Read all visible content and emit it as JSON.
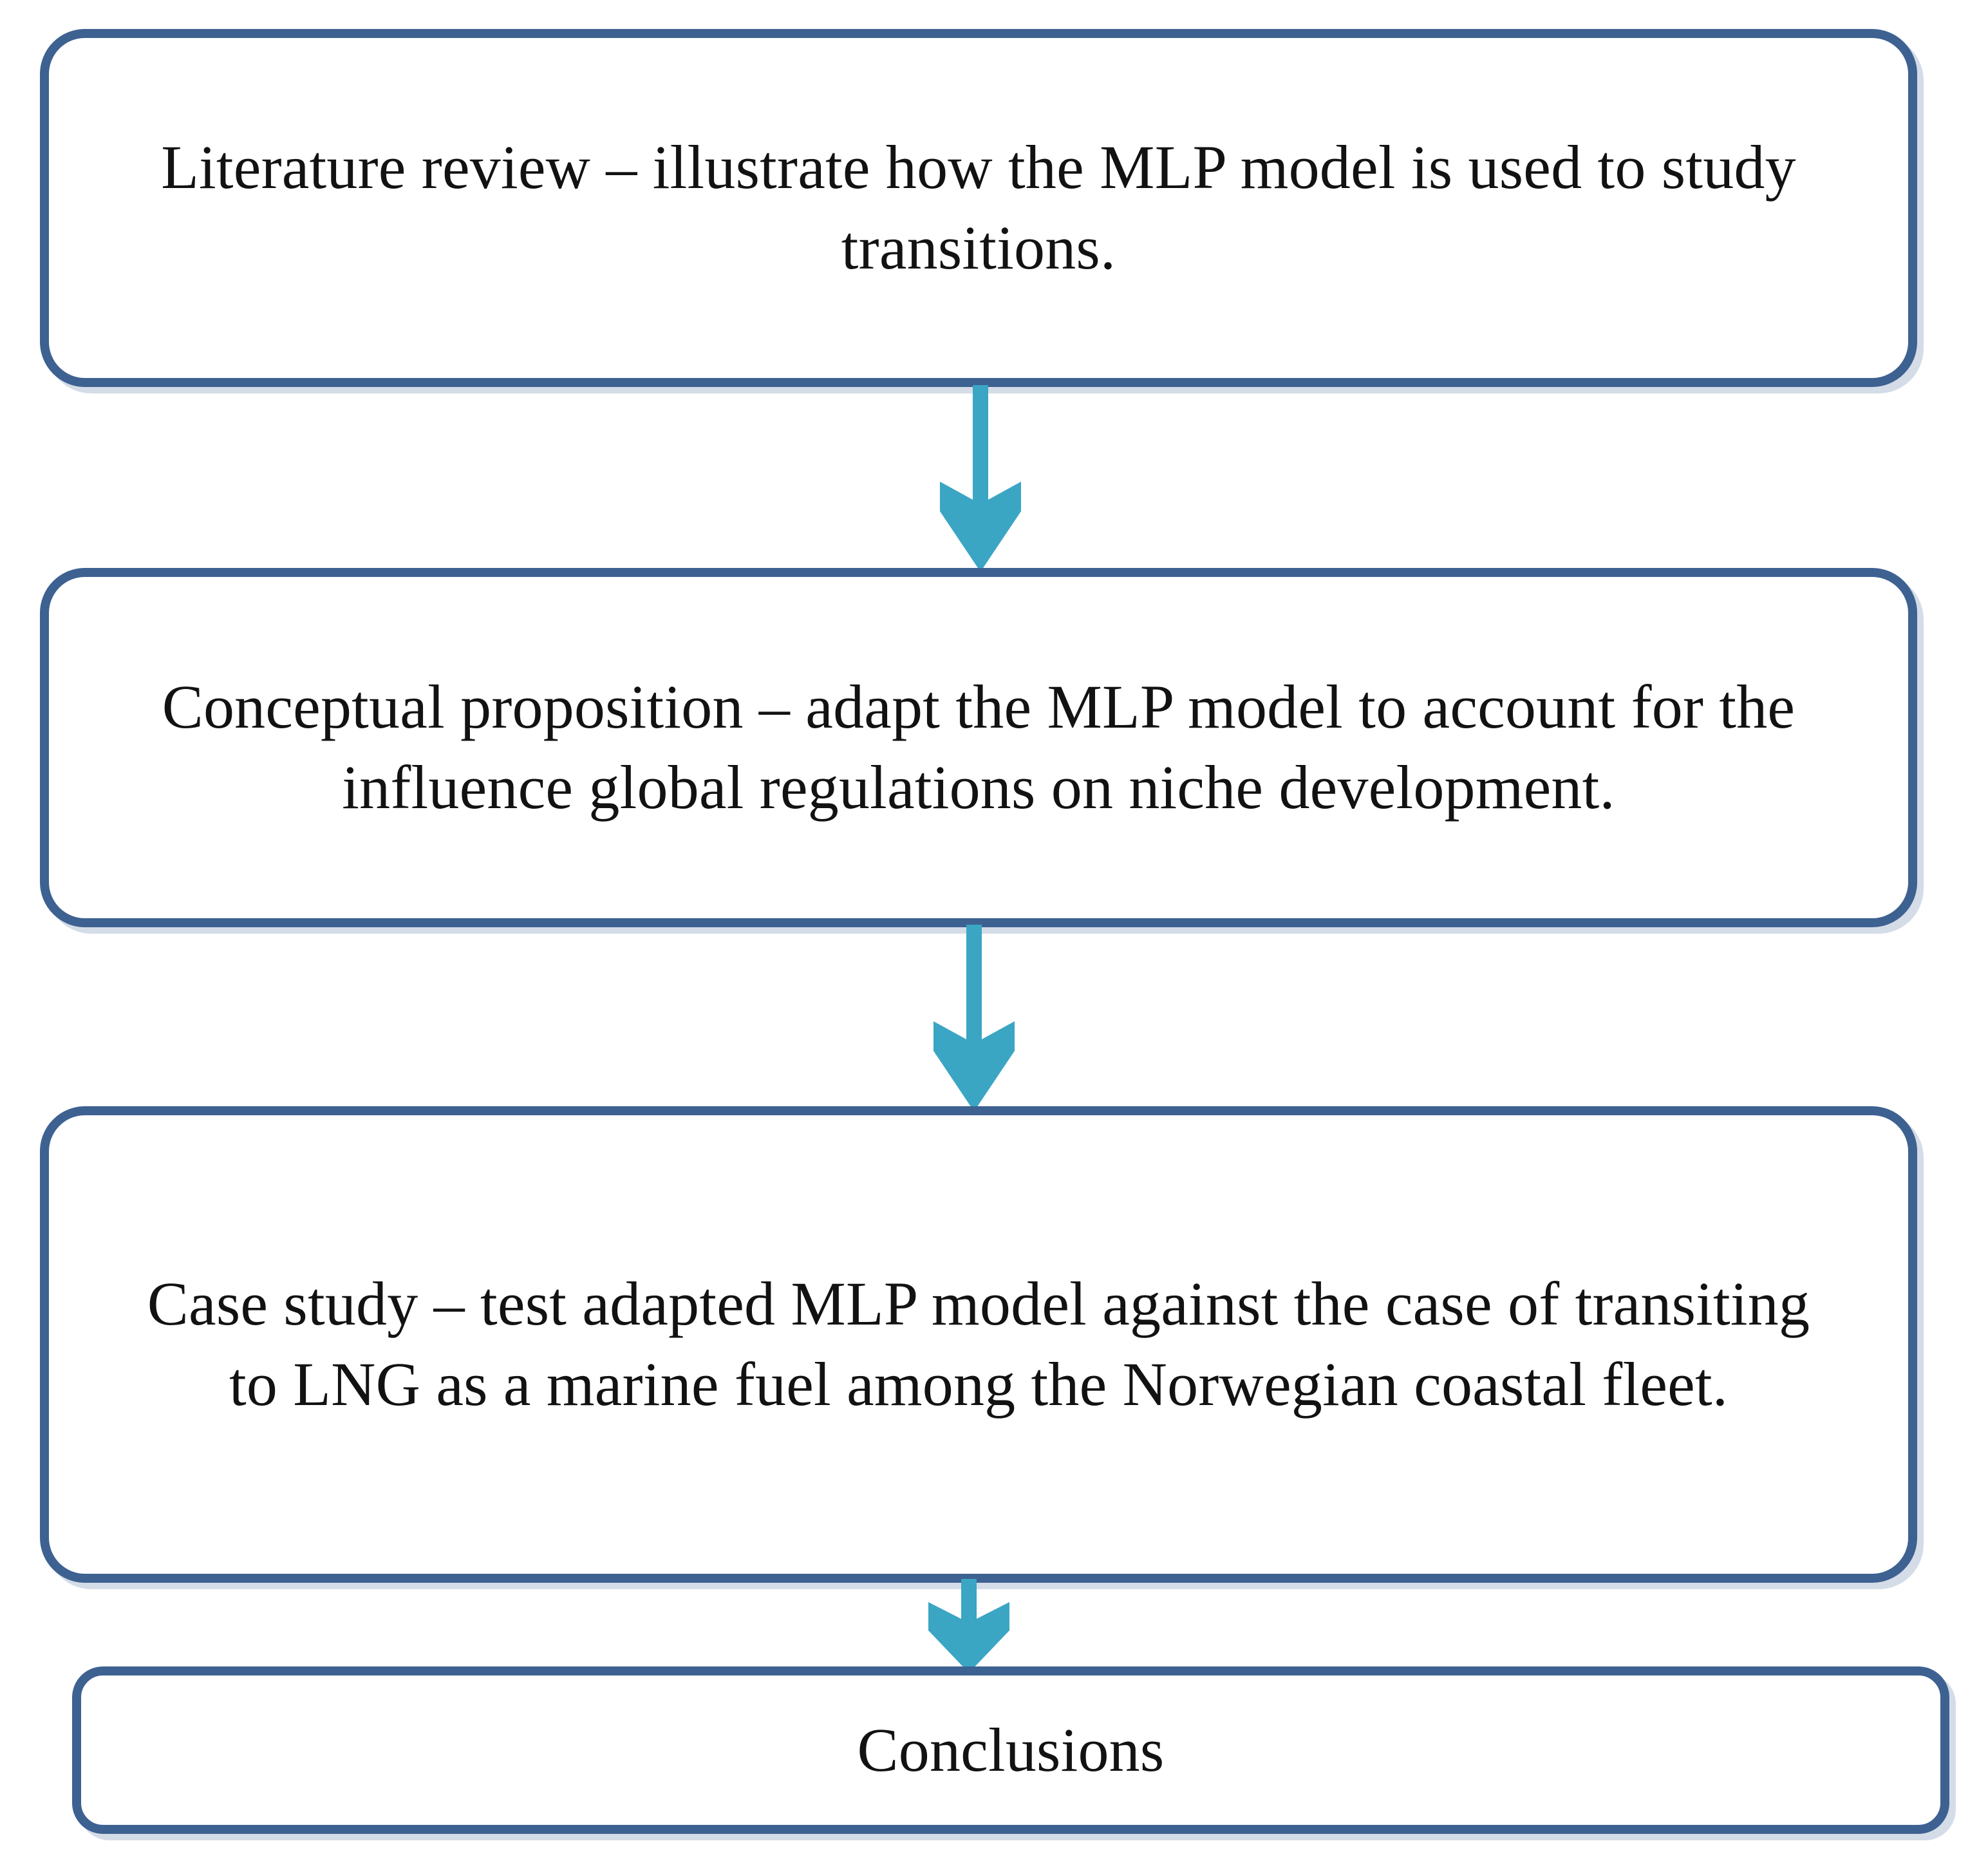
{
  "diagram": {
    "title": "Research methodology flow",
    "colors": {
      "box_border": "#3d6191",
      "box_fill": "#ffffff",
      "arrow": "#3ba5c4",
      "text": "#121212",
      "background": "#ffffff"
    },
    "nodes": [
      {
        "id": "literature-review",
        "text": "Literature review – illustrate how the MLP model is used to study transitions."
      },
      {
        "id": "conceptual-proposition",
        "text": "Conceptual proposition – adapt the MLP model to account for the influence global regulations on niche development."
      },
      {
        "id": "case-study",
        "text": "Case study – test adapted MLP model against the case of transiting to LNG as a marine fuel among the Norwegian coastal fleet."
      },
      {
        "id": "conclusions",
        "text": "Conclusions"
      }
    ],
    "connectors": [
      {
        "id": "arrow-1",
        "from": "literature-review",
        "to": "conceptual-proposition",
        "direction": "down"
      },
      {
        "id": "arrow-2",
        "from": "conceptual-proposition",
        "to": "case-study",
        "direction": "down"
      },
      {
        "id": "arrow-3",
        "from": "case-study",
        "to": "conclusions",
        "direction": "down"
      }
    ]
  }
}
